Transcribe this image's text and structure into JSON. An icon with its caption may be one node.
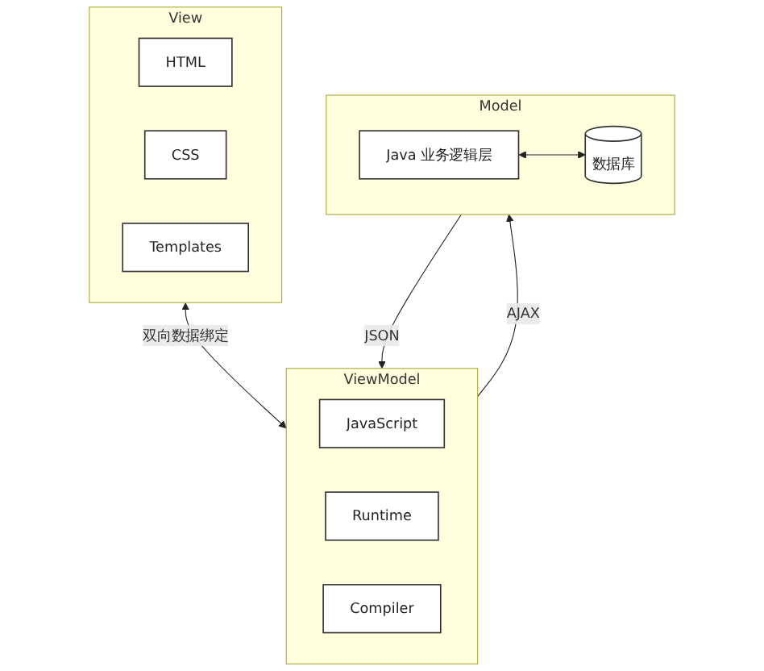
{
  "diagram": {
    "nodes": [
      {
        "text": [
          "View"
        ]
      },
      {
        "text": [
          "HTML"
        ],
        "in": 0
      },
      {
        "text": [
          "CSS"
        ],
        "in": 0
      },
      {
        "text": [
          "Templates"
        ],
        "in": 0
      },
      {
        "text": [
          "ViewModel"
        ]
      },
      {
        "text": [
          "JavaScript"
        ],
        "in": 4
      },
      {
        "text": [
          "Runtime"
        ],
        "in": 4
      },
      {
        "text": [
          "Compiler"
        ],
        "in": 4
      },
      {
        "text": [
          "Model"
        ]
      },
      {
        "text": [
          "Java 业务逻辑层"
        ],
        "in": 8
      },
      {
        "text": [
          "数据库"
        ],
        "in": 8
      }
    ],
    "edges": [
      {
        "from": 0,
        "to": 4,
        "arrow": "both",
        "label": "双向数据绑定"
      },
      {
        "from": 4,
        "to": 8,
        "arrow": "to",
        "label": "AJAX"
      },
      {
        "from": 8,
        "to": 4,
        "arrow": "to",
        "label": "JSON"
      },
      {
        "from": 9,
        "to": 10,
        "arrow": "both"
      }
    ]
  }
}
